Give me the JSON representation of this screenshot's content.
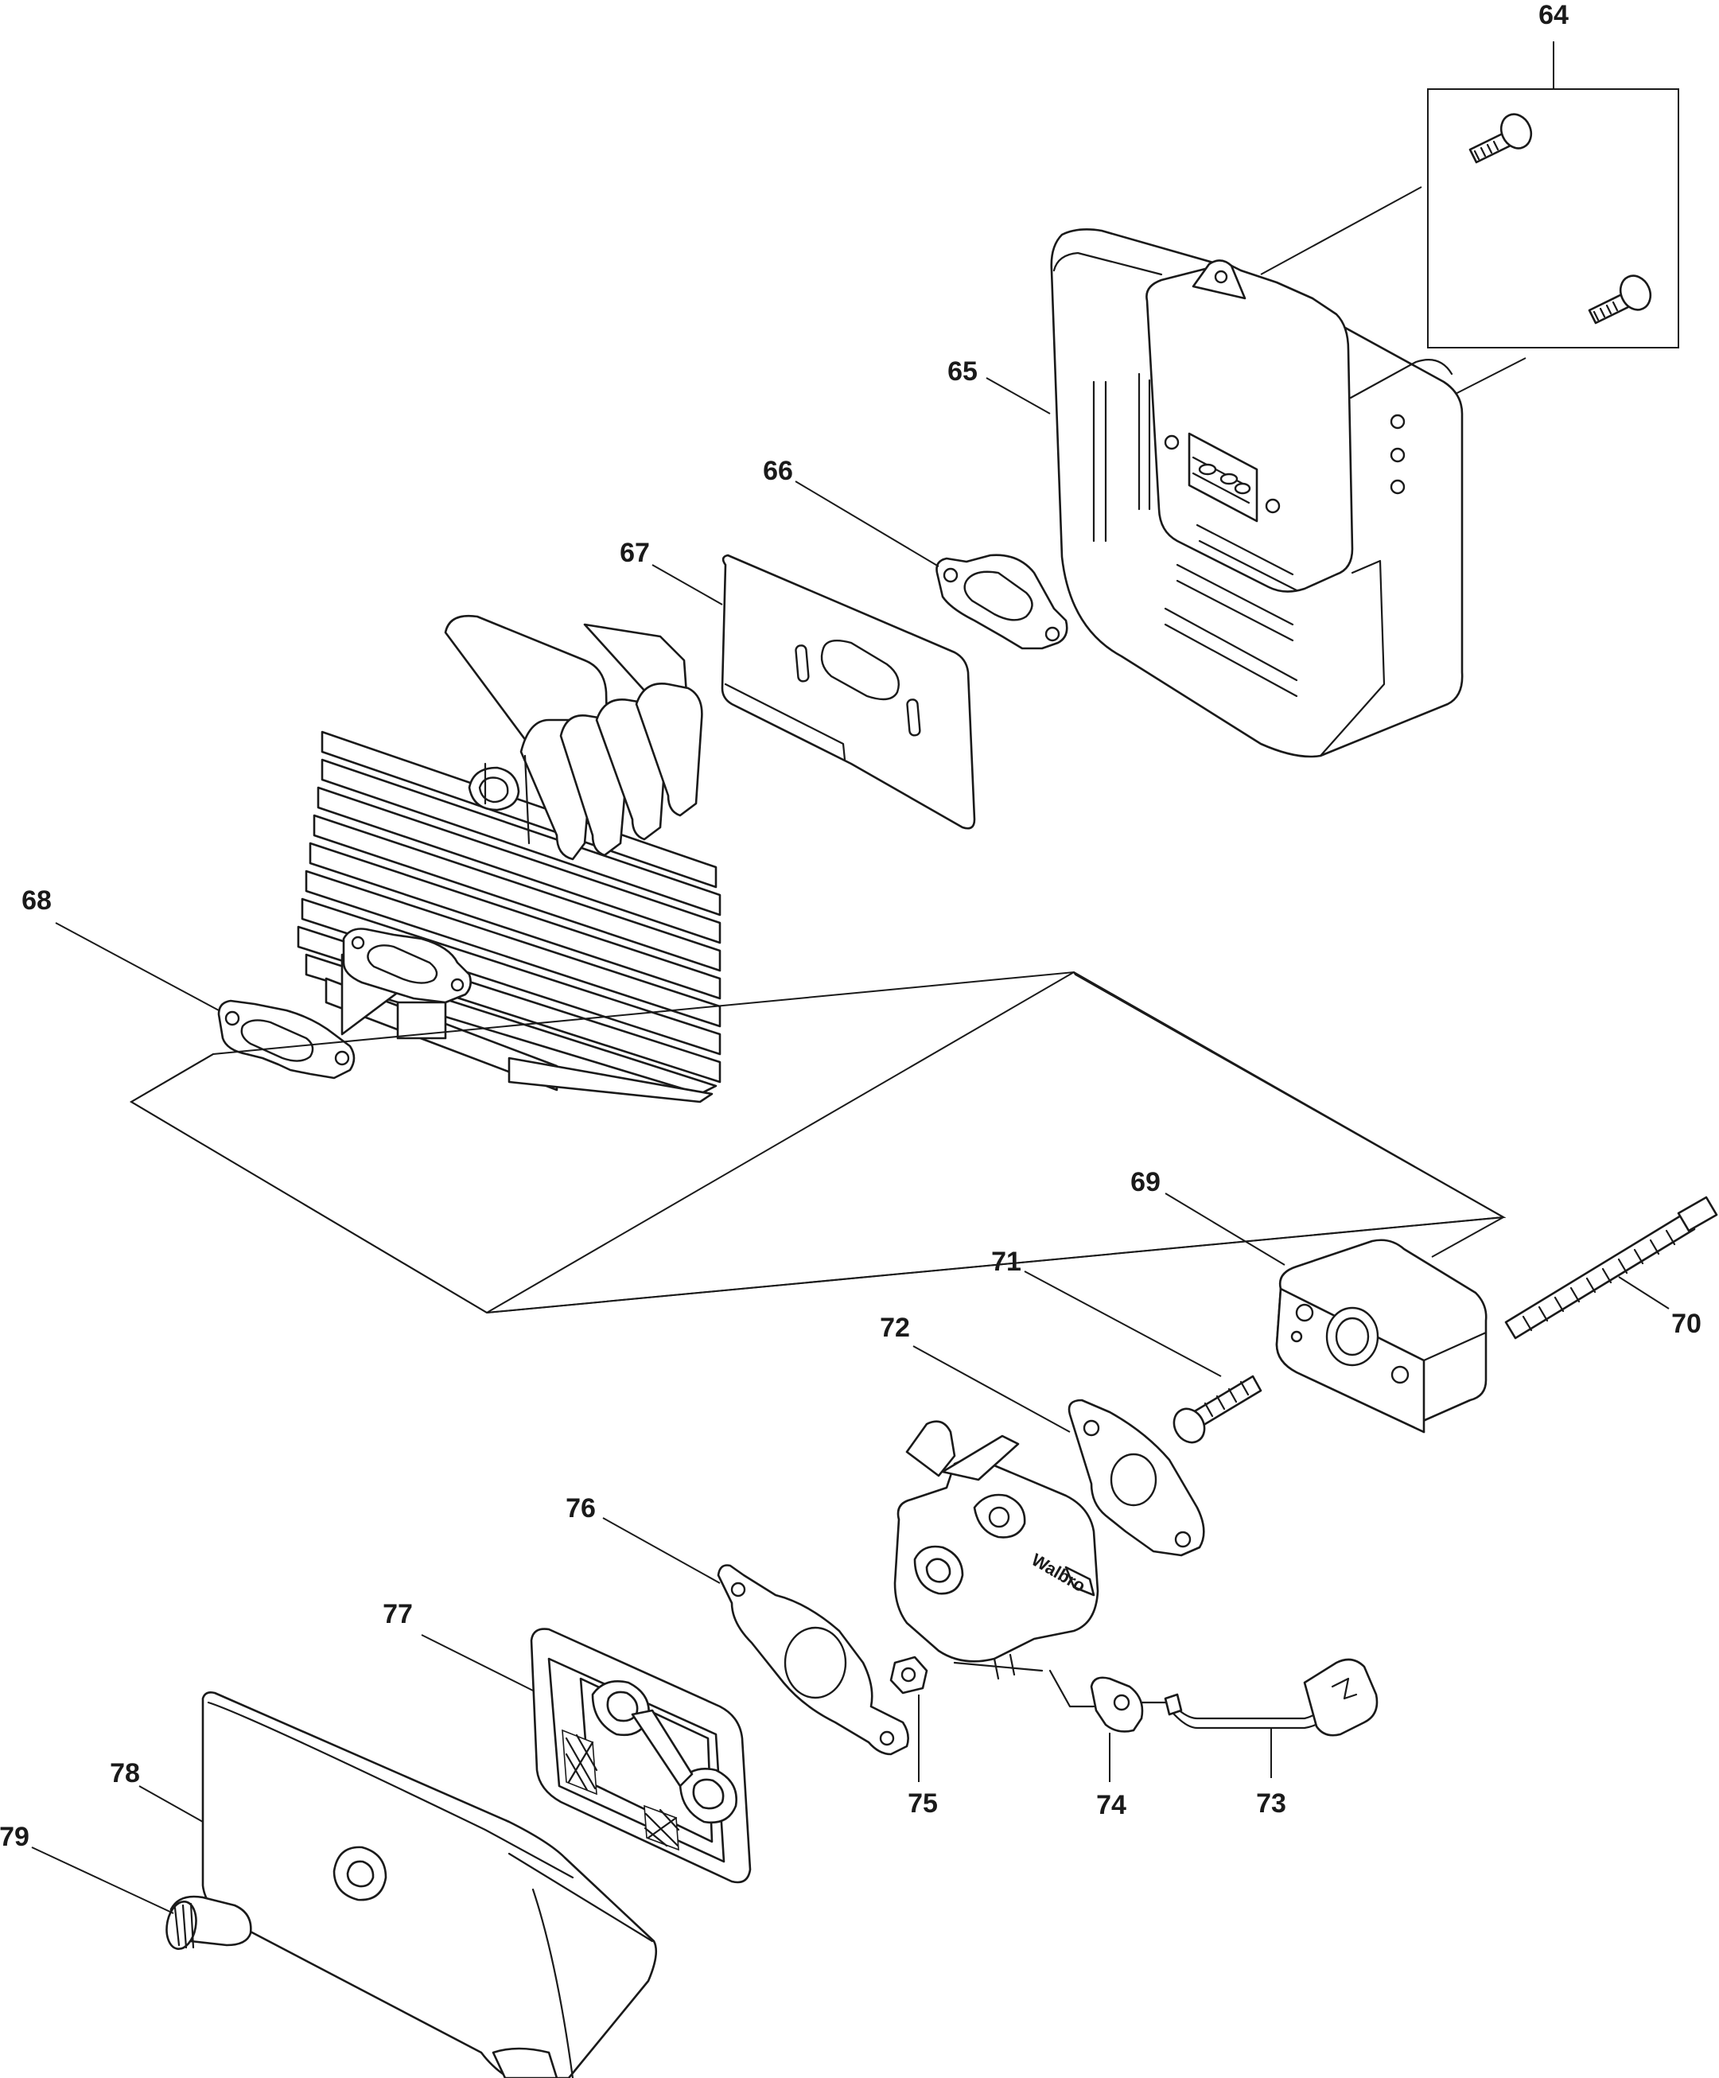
{
  "diagram": {
    "callouts": [
      {
        "id": "64",
        "text": "64"
      },
      {
        "id": "65",
        "text": "65"
      },
      {
        "id": "66",
        "text": "66"
      },
      {
        "id": "67",
        "text": "67"
      },
      {
        "id": "68",
        "text": "68"
      },
      {
        "id": "69",
        "text": "69"
      },
      {
        "id": "70",
        "text": "70"
      },
      {
        "id": "71",
        "text": "71"
      },
      {
        "id": "72",
        "text": "72"
      },
      {
        "id": "73",
        "text": "73"
      },
      {
        "id": "74",
        "text": "74"
      },
      {
        "id": "75",
        "text": "75"
      },
      {
        "id": "76",
        "text": "76"
      },
      {
        "id": "77",
        "text": "77"
      },
      {
        "id": "78",
        "text": "78"
      },
      {
        "id": "79",
        "text": "79"
      }
    ],
    "carburetor_brand": "Walbro"
  }
}
